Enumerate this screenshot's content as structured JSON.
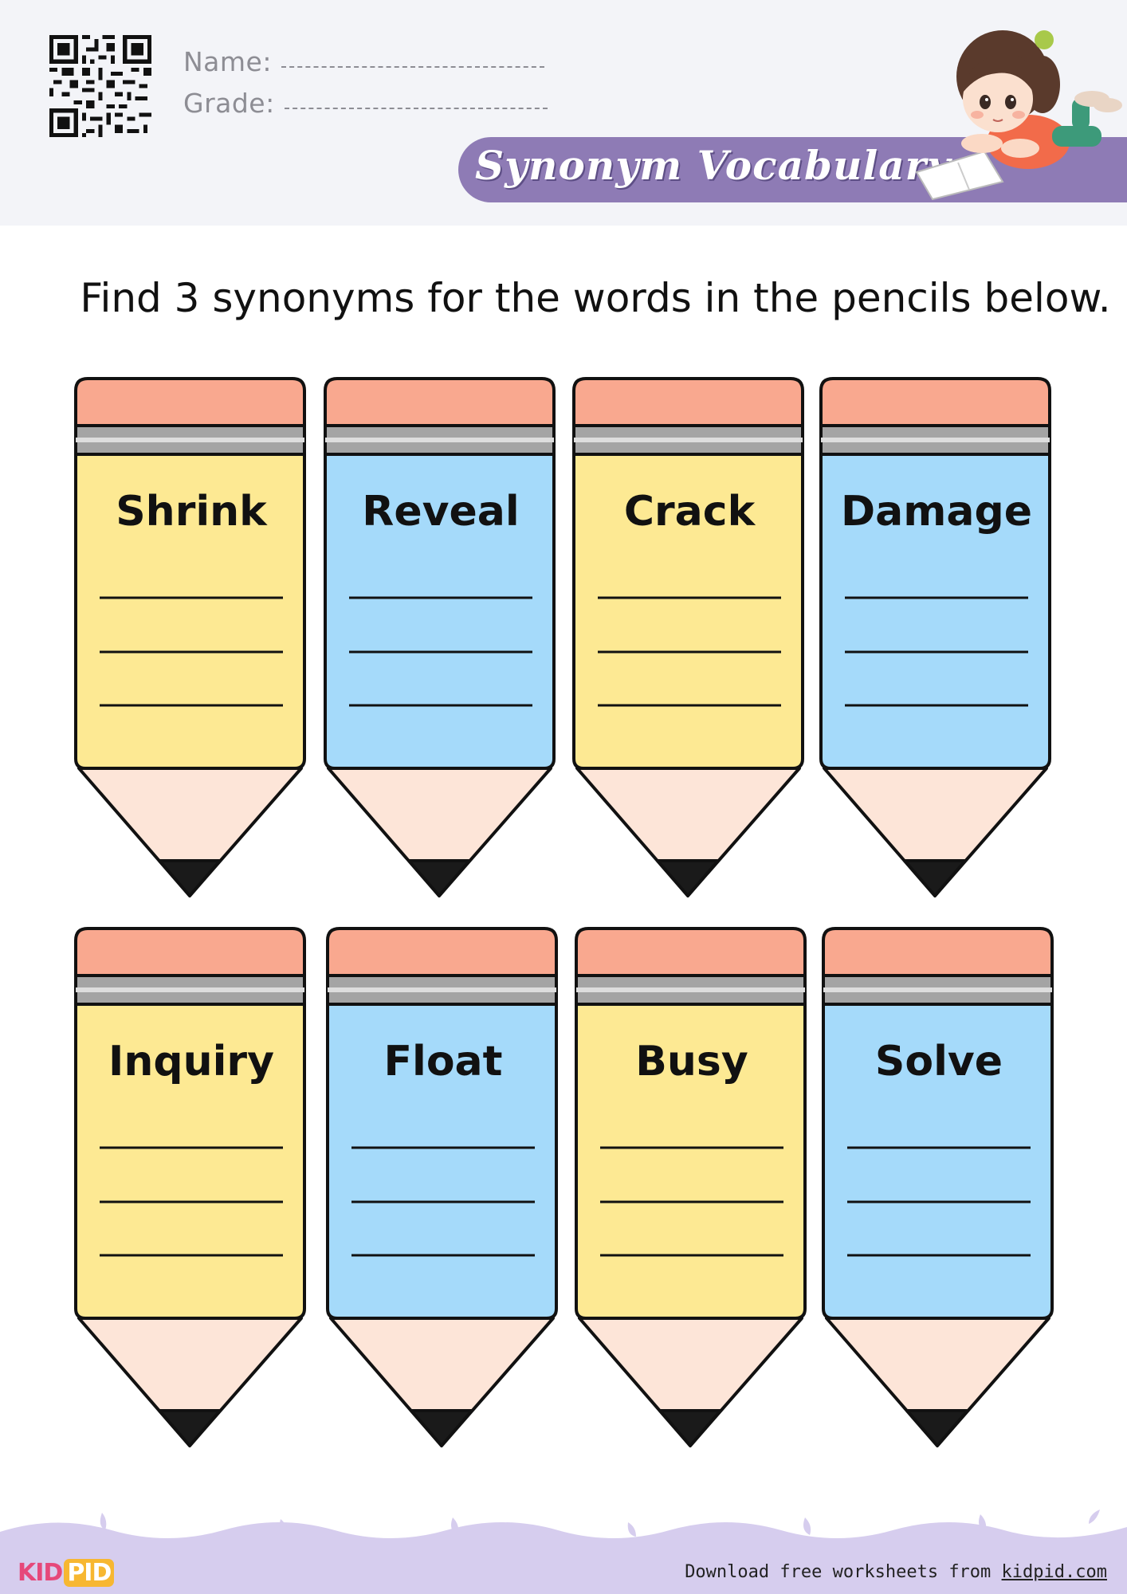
{
  "header": {
    "name_label": "Name:",
    "grade_label": "Grade:",
    "title": "Synonym Vocabulary"
  },
  "instruction": "Find 3 synonyms for the words in the pencils below.",
  "pencils": [
    {
      "word": "Shrink",
      "color": "#fde993"
    },
    {
      "word": "Reveal",
      "color": "#a5dafa"
    },
    {
      "word": "Crack",
      "color": "#fde993"
    },
    {
      "word": "Damage",
      "color": "#a5dafa"
    },
    {
      "word": "Inquiry",
      "color": "#fde993"
    },
    {
      "word": "Float",
      "color": "#a5dafa"
    },
    {
      "word": "Busy",
      "color": "#fde993"
    },
    {
      "word": "Solve",
      "color": "#a5dafa"
    }
  ],
  "colors": {
    "eraser": "#f9a88f",
    "ferrule": "#a4a4a4",
    "wood": "#fde5d8",
    "lead": "#1a1a1a",
    "banner": "#8e7bb5",
    "footer_wave": "#d6cdee"
  },
  "footer": {
    "logo_kid": "KID",
    "logo_pid": "PID",
    "note_prefix": "Download free worksheets from",
    "note_link": "kidpid.com"
  }
}
